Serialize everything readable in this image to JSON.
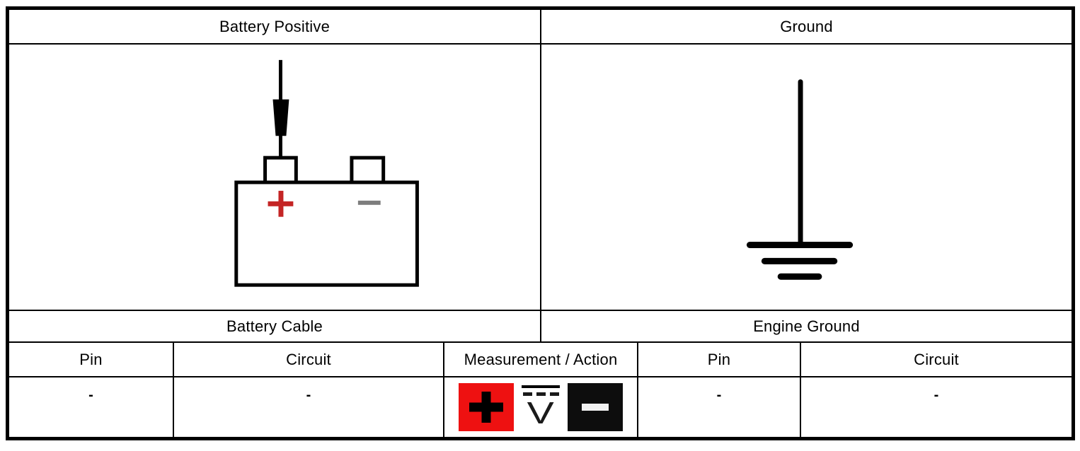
{
  "panels": {
    "left": {
      "header": "Battery Positive",
      "caption": "Battery Cable",
      "symbol": "battery-with-positive-probe",
      "battery": {
        "plus_sign": "+",
        "minus_sign": "−"
      }
    },
    "right": {
      "header": "Ground",
      "caption": "Engine Ground",
      "symbol": "engine-ground"
    }
  },
  "measurement_table": {
    "headers": {
      "left_pin": "Pin",
      "left_circuit": "Circuit",
      "measurement": "Measurement / Action",
      "right_pin": "Pin",
      "right_circuit": "Circuit"
    },
    "values": {
      "left_pin": "-",
      "left_circuit": "-",
      "right_pin": "-",
      "right_circuit": "-"
    },
    "measurement_icons": {
      "positive_probe": "plus-icon",
      "dc_voltage": "dc-volts-icon",
      "dc_voltage_letter": "V",
      "negative_probe": "minus-icon"
    }
  },
  "colors": {
    "positive_probe_red": "#ee1111",
    "battery_plus_red": "#c42525",
    "negative_probe_black": "#0d0d0d",
    "battery_minus_gray": "#7d7d7d",
    "line_black": "#000000"
  }
}
